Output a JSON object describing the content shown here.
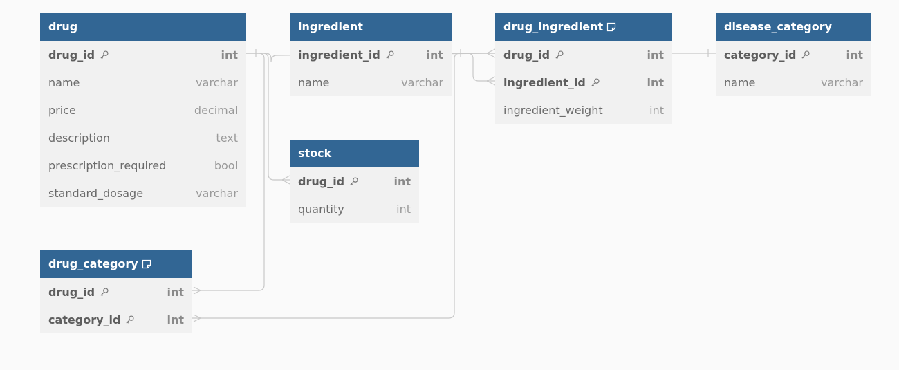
{
  "colors": {
    "header_bg": "#326694",
    "header_text": "#ffffff",
    "table_bg": "#f1f1f1",
    "canvas_bg": "#fafafa",
    "connector": "#c8c8c8"
  },
  "tables": {
    "drug": {
      "title": "drug",
      "rows": [
        {
          "name": "drug_id",
          "type": "int",
          "pk": true
        },
        {
          "name": "name",
          "type": "varchar",
          "pk": false
        },
        {
          "name": "price",
          "type": "decimal",
          "pk": false
        },
        {
          "name": "description",
          "type": "text",
          "pk": false
        },
        {
          "name": "prescription_required",
          "type": "bool",
          "pk": false
        },
        {
          "name": "standard_dosage",
          "type": "varchar",
          "pk": false
        }
      ]
    },
    "ingredient": {
      "title": "ingredient",
      "rows": [
        {
          "name": "ingredient_id",
          "type": "int",
          "pk": true
        },
        {
          "name": "name",
          "type": "varchar",
          "pk": false
        }
      ]
    },
    "drug_ingredient": {
      "title": "drug_ingredient",
      "has_note": true,
      "rows": [
        {
          "name": "drug_id",
          "type": "int",
          "pk": true
        },
        {
          "name": "ingredient_id",
          "type": "int",
          "pk": true
        },
        {
          "name": "ingredient_weight",
          "type": "int",
          "pk": false
        }
      ]
    },
    "disease_category": {
      "title": "disease_category",
      "rows": [
        {
          "name": "category_id",
          "type": "int",
          "pk": true
        },
        {
          "name": "name",
          "type": "varchar",
          "pk": false
        }
      ]
    },
    "stock": {
      "title": "stock",
      "rows": [
        {
          "name": "drug_id",
          "type": "int",
          "pk": true
        },
        {
          "name": "quantity",
          "type": "int",
          "pk": false
        }
      ]
    },
    "drug_category": {
      "title": "drug_category",
      "has_note": true,
      "rows": [
        {
          "name": "drug_id",
          "type": "int",
          "pk": true
        },
        {
          "name": "category_id",
          "type": "int",
          "pk": true
        }
      ]
    }
  },
  "relationships": [
    {
      "from": "drug.drug_id",
      "to": "stock.drug_id"
    },
    {
      "from": "drug.drug_id",
      "to": "drug_ingredient.drug_id"
    },
    {
      "from": "drug.drug_id",
      "to": "drug_category.drug_id"
    },
    {
      "from": "ingredient.ingredient_id",
      "to": "drug_ingredient.ingredient_id"
    },
    {
      "from": "disease_category.category_id",
      "to": "drug_ingredient.drug_id"
    },
    {
      "from": "disease_category.category_id",
      "to": "drug_category.category_id"
    }
  ]
}
